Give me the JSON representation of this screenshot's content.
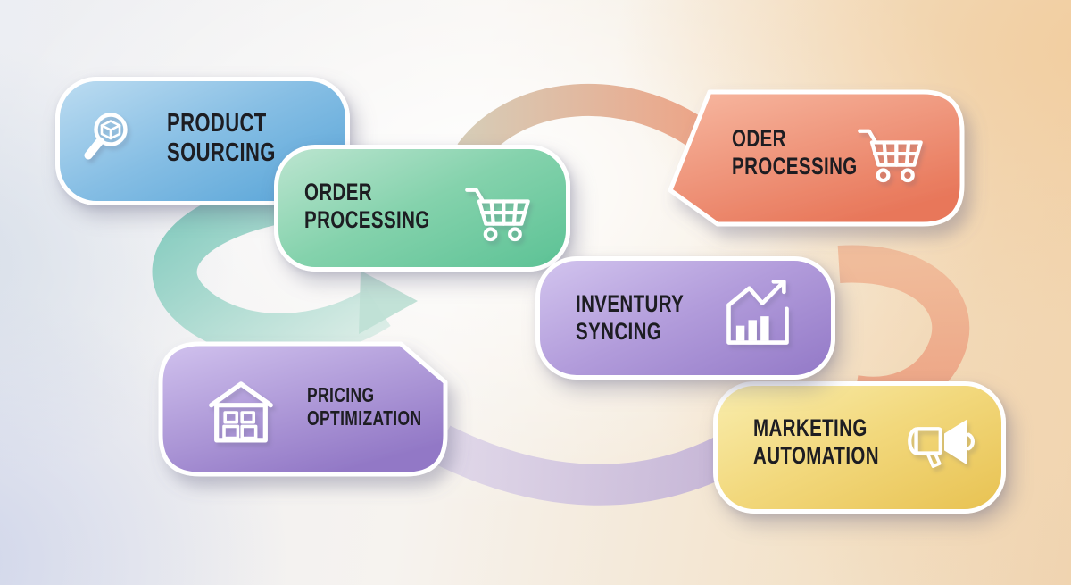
{
  "diagram_type": "ecommerce-workflow-infographic",
  "text_color": "#1d1d22",
  "cards": {
    "product_sourcing": {
      "line1": "PRODUCT",
      "line2": "SOURCING",
      "icon": "magnifier-box-icon",
      "gradient_start": "#bcdcf1",
      "gradient_end": "#55a3d7"
    },
    "order_processing": {
      "line1": "ORDER",
      "line2": "PROCESSING",
      "icon": "shopping-cart-icon",
      "gradient_start": "#bce5d0",
      "gradient_end": "#5cc295"
    },
    "oder_processing": {
      "line1": "ODER",
      "line2": "PROCESSING",
      "icon": "shopping-cart-icon",
      "gradient_start": "#f7b7a0",
      "gradient_end": "#e8785b"
    },
    "inventury_syncing": {
      "line1": "INVENTURY",
      "line2": "SYNCING",
      "icon": "bar-chart-growth-icon",
      "gradient_start": "#d2c4ee",
      "gradient_end": "#9379c7"
    },
    "pricing_optimization": {
      "line1": "PRICING",
      "line2": "OPTIMIZATION",
      "icon": "warehouse-boxes-icon",
      "gradient_start": "#cfc0ec",
      "gradient_end": "#9a81cb"
    },
    "marketing_automation": {
      "line1": "MARKETING",
      "line2": "AUTOMATION",
      "icon": "megaphone-icon",
      "gradient_start": "#f9edad",
      "gradient_end": "#e8c252"
    }
  },
  "connector_colors": {
    "teal_swirl": "#7cc8ba",
    "tan_salmon_arc": "#d3c6ae",
    "salmon_arc_end": "#eb9f80",
    "lilac_curve": "#bcaad6",
    "orange_arc": "#eeab8c"
  }
}
